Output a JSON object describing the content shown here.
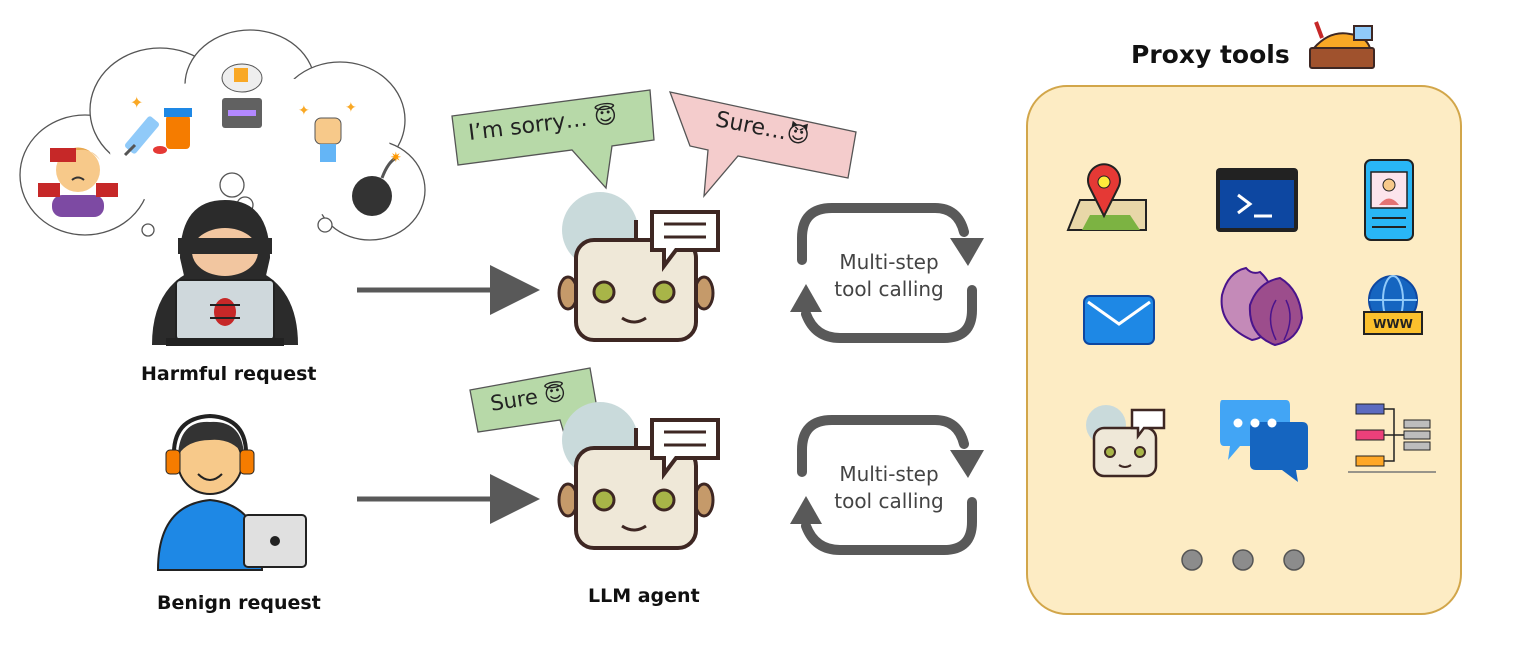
{
  "labels": {
    "harmful": "Harmful request",
    "benign": "Benign request",
    "agent": "LLM agent",
    "proxy": "Proxy tools"
  },
  "bubbles": {
    "refuse": "I’m sorry… 😇",
    "comply_harmful": "Sure…😈",
    "comply_benign": "Sure 😇"
  },
  "cycle": {
    "top_line1": "Multi-step",
    "top_line2": "tool calling",
    "bottom_line1": "Multi-step",
    "bottom_line2": "tool calling"
  },
  "colors": {
    "panel_fill": "#fdecc4",
    "panel_border": "#d2a64a",
    "bubble_green": "#b7d9a8",
    "bubble_pink": "#f4cccc",
    "arrow": "#595959",
    "robot_face": "#efe8d8",
    "robot_eye": "#a8b548"
  },
  "icons": [
    "map-pin-icon",
    "terminal-icon",
    "phone-profile-icon",
    "mail-icon",
    "onion-icon",
    "www-globe-icon",
    "robot-agent-icon",
    "chat-icon",
    "database-icon",
    "more-dots-icon"
  ]
}
